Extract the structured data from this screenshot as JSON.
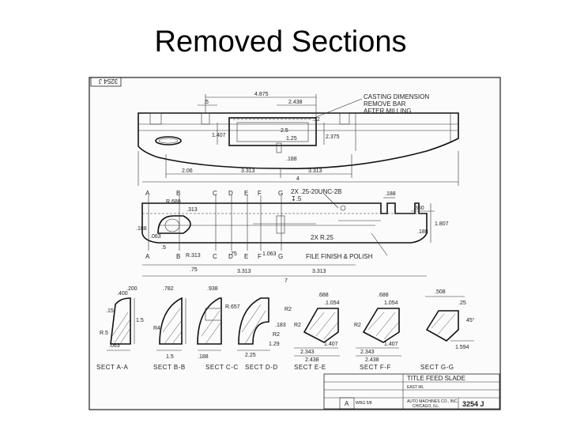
{
  "slide": {
    "title": "Removed Sections"
  },
  "drawing": {
    "corner_number": "3254 J",
    "notes": {
      "casting_note": [
        "CASTING DIMENSION",
        "REMOVE BAR",
        "AFTER MILLING"
      ],
      "tapped_note": [
        "2X .25-20UNC-2B",
        "↧.5"
      ],
      "file_note": "FILE FINISH & POLISH",
      "radius_note": "2X R.25"
    },
    "top_view": {
      "dims": [
        "4.875",
        ".5",
        "2.438",
        "1.407",
        "2.375",
        ".32",
        "2.5",
        "1.25",
        ".188",
        "2.06",
        "3.313",
        "3.313",
        "4"
      ]
    },
    "front_view": {
      "section_letters": [
        "A",
        "B",
        "C",
        "D",
        "E",
        "F",
        "G"
      ],
      "dims": [
        "R.688",
        ".188",
        ".313",
        ".063",
        ".5",
        "R.313",
        ".75",
        ".75",
        "1.063",
        "3.313",
        "3.313",
        ".360",
        "1.807",
        ".188",
        ".188",
        "7"
      ]
    },
    "sections": [
      {
        "label": "SECT A-A",
        "dims": [
          ".400",
          ".200",
          ".15",
          "R.5",
          ".063",
          "1.5"
        ]
      },
      {
        "label": "SECT B-B",
        "dims": [
          ".782",
          "R4",
          "1.5"
        ]
      },
      {
        "label": "SECT C-C",
        "dims": [
          ".938",
          "R.657",
          ".188"
        ]
      },
      {
        "label": "SECT D-D",
        "dims": [
          "R2",
          ".183",
          "R2",
          "1.29",
          "2.25"
        ]
      },
      {
        "label": "SECT E-E",
        "dims": [
          ".688",
          ".1.054",
          "R2",
          "1.407",
          "2.343",
          "2.438"
        ]
      },
      {
        "label": "SECT F-F",
        "dims": [
          ".688",
          "1.054",
          "R2",
          "1.407",
          "2.343",
          "2.438"
        ]
      },
      {
        "label": "SECT G-G",
        "dims": [
          ".508",
          ".25",
          "45°",
          "1.594"
        ]
      }
    ],
    "title_block": {
      "title": "TITLE FEED SLADE",
      "rows": [
        "EAST ML",
        "WRG 5/8",
        "AUTO MACHINES CO., INC.",
        "CHICAGO, ILL."
      ],
      "number": "3254 J",
      "letter": "A"
    }
  }
}
